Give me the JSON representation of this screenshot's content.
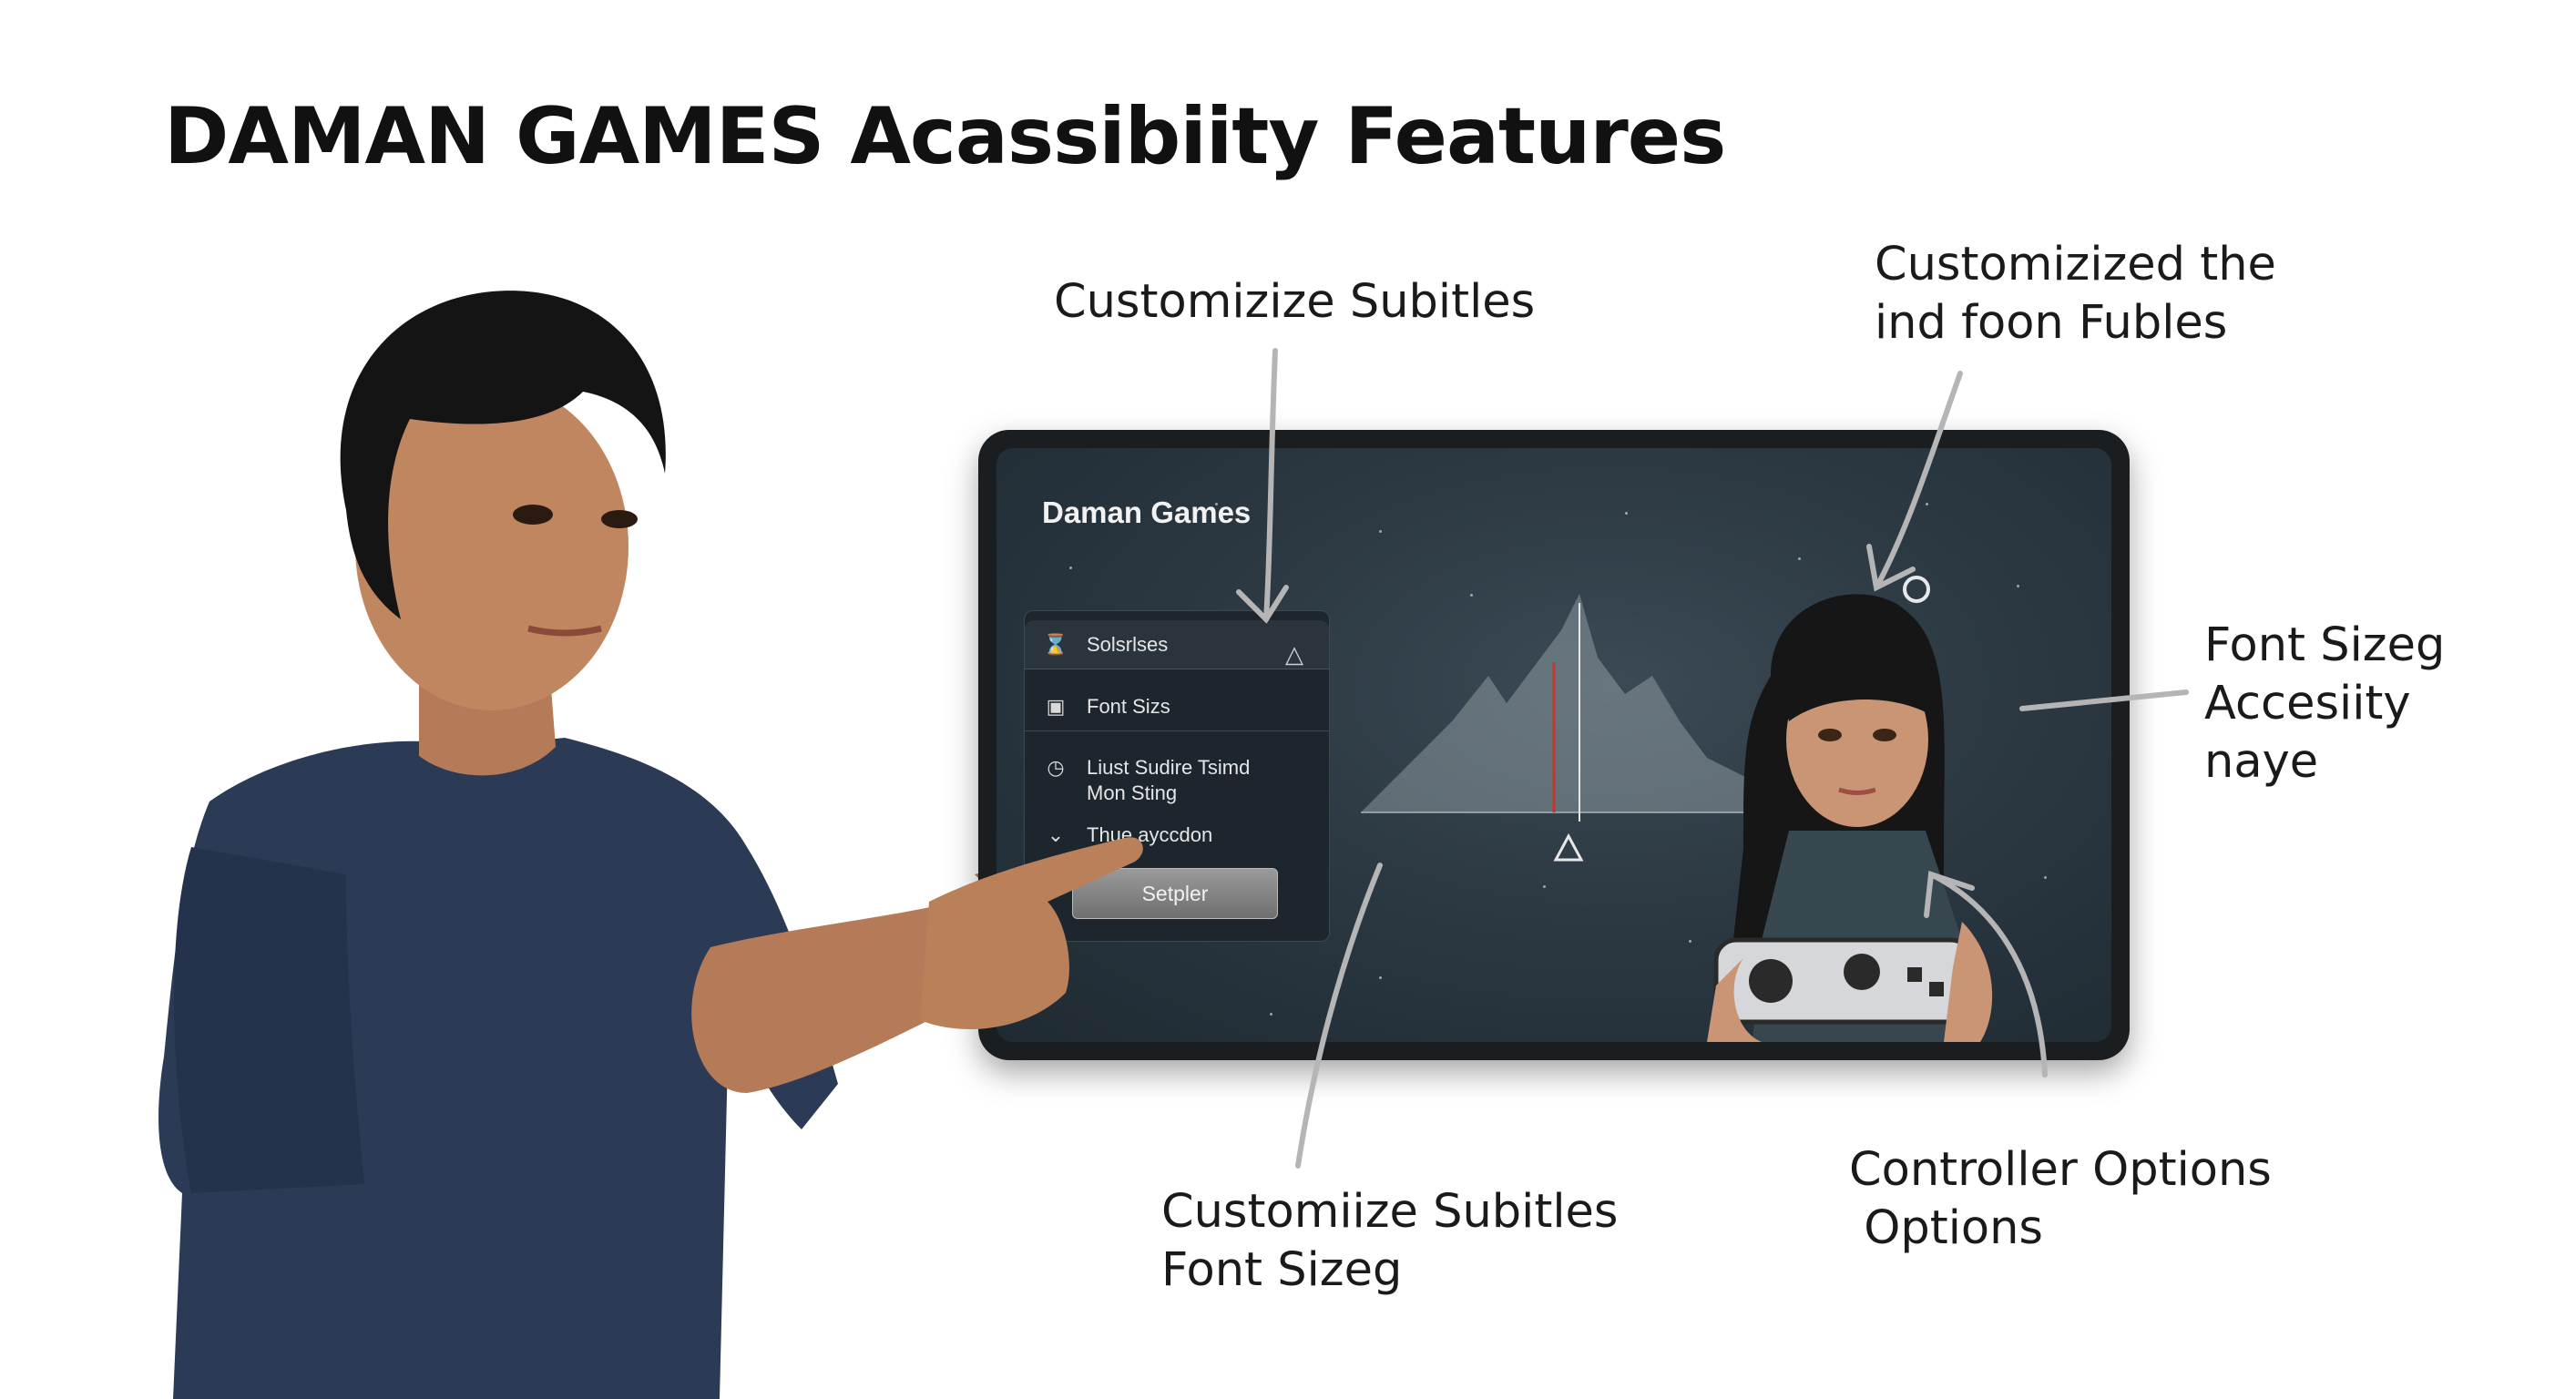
{
  "page": {
    "title": "DAMAN GAMES Acassibiity Features"
  },
  "callouts": {
    "top_center": "Customizize Subitles",
    "top_right": [
      "Customizized the",
      "ind foon Fubles"
    ],
    "right": [
      "Font Sizeg",
      "Accesiity",
      "naye"
    ],
    "bottom_center": [
      "Customiize Subitles",
      "Font Sizeg"
    ],
    "bottom_right": [
      "Controller Options",
      " Options"
    ]
  },
  "screen": {
    "title": "Daman Games",
    "panel": {
      "items": [
        {
          "icon": "hourglass-icon",
          "label": "Solsrlses"
        },
        {
          "icon": "text-size-icon",
          "label": "Font Sizs"
        },
        {
          "icon": "clock-icon",
          "label": "Liust Sudire Tsimd\nMon Sting"
        },
        {
          "icon": "chevron-circle-icon",
          "label": "Thue ayccdon"
        }
      ],
      "button_label": "Setpler"
    }
  },
  "colors": {
    "shirt": "#2b3a55",
    "screen_bg": "#2c3943",
    "bezel": "#1b1e21",
    "waveform_highlight": "#c0392b"
  }
}
